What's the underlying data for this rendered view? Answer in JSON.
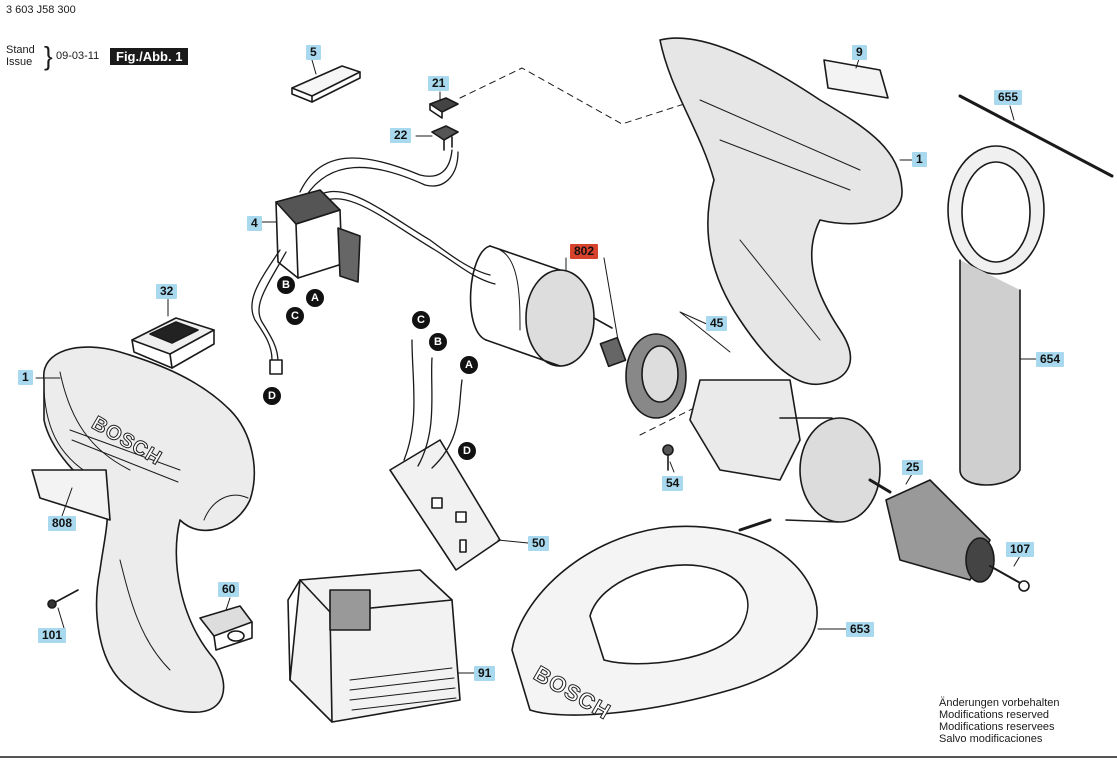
{
  "header": {
    "doc_number": "3 603 J58 300",
    "stand_label": "Stand",
    "issue_label": "Issue",
    "date": "09-03-11",
    "figure": "Fig./Abb. 1"
  },
  "callouts": {
    "c1a": "1",
    "c1b": "1",
    "c4": "4",
    "c5": "5",
    "c9": "9",
    "c21": "21",
    "c22": "22",
    "c25": "25",
    "c32": "32",
    "c45": "45",
    "c50": "50",
    "c54": "54",
    "c60": "60",
    "c91": "91",
    "c101": "101",
    "c107": "107",
    "c653": "653",
    "c654": "654",
    "c655": "655",
    "c802": "802",
    "c808": "808"
  },
  "letters": {
    "a1": "A",
    "b1": "B",
    "c1": "C",
    "d1": "D",
    "a2": "A",
    "b2": "B",
    "c2": "C",
    "d2": "D"
  },
  "part_text": {
    "housing_brand": "BOSCH",
    "charger_brand": "BOSCH"
  },
  "modifications": [
    "Änderungen vorbehalten",
    "Modifications reserved",
    "Modifications reservees",
    "Salvo modificaciones"
  ],
  "colors": {
    "callout_blue": "#a9d9ef",
    "callout_red": "#d8432d",
    "line": "#1a1a1a"
  }
}
